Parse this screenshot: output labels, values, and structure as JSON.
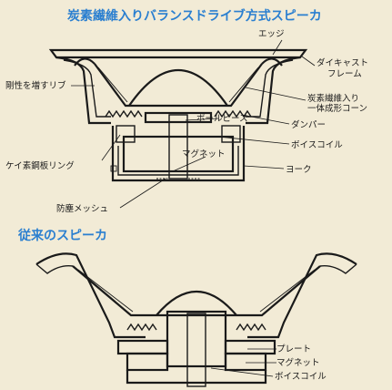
{
  "diagram1": {
    "title": "炭素繊維入りバランスドライブ方式スピーカ",
    "labels": {
      "edge": "エッジ",
      "die_cast_frame_1": "ダイキャスト",
      "die_cast_frame_2": "フレーム",
      "rigidity_rib": "剛性を増すリブ",
      "carbon_cone_1": "炭素繊維入り",
      "carbon_cone_2": "一体成形コーン",
      "pole_piece": "ポールピース",
      "damper": "ダンパー",
      "voice_coil": "ボイスコイル",
      "silicon_ring": "ケイ素鋼板リング",
      "magnet": "マグネット",
      "yoke": "ヨーク",
      "dust_mesh": "防塵メッシュ"
    }
  },
  "diagram2": {
    "title": "従来のスピーカ",
    "labels": {
      "plate": "プレート",
      "magnet": "マグネット",
      "voice_coil": "ボイスコイル"
    }
  },
  "colors": {
    "background": "#f2ebd6",
    "heading": "#2a7fd0",
    "line": "#1a1a1a"
  }
}
